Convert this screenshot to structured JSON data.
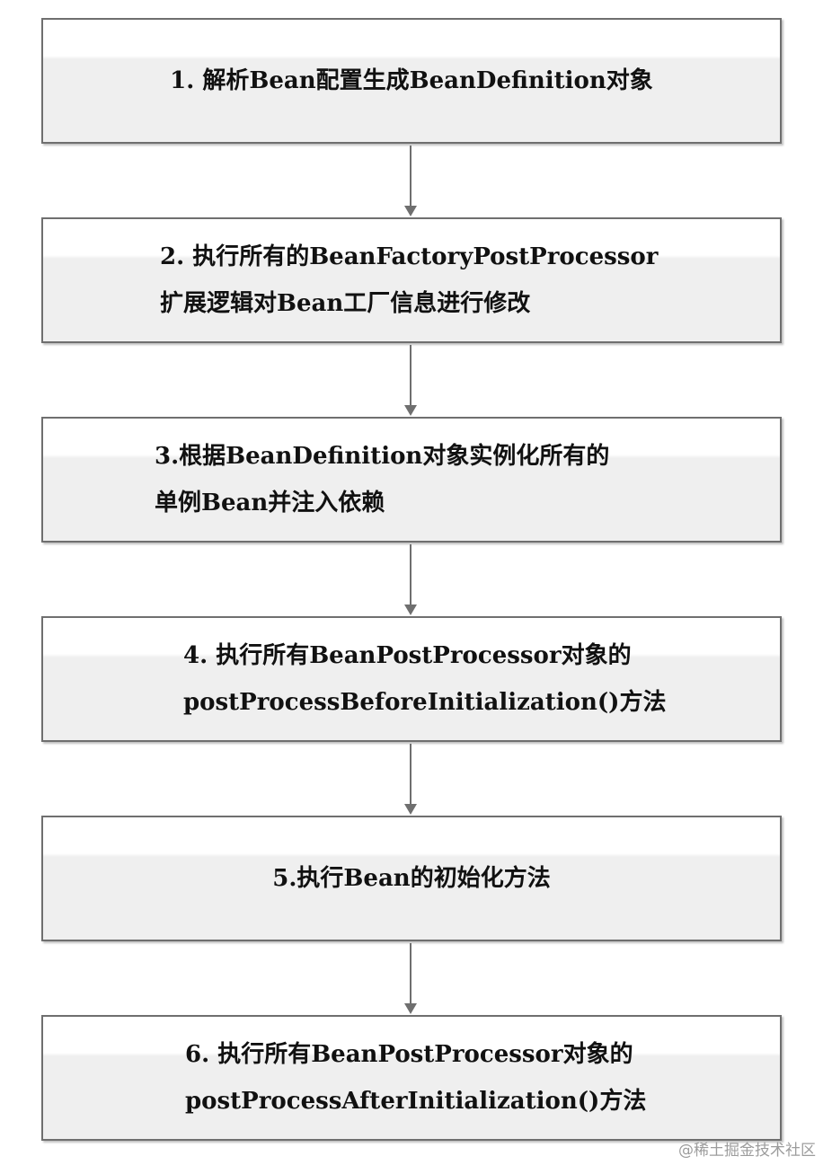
{
  "steps": [
    {
      "lines": [
        "1. 解析Bean配置生成BeanDefinition对象"
      ]
    },
    {
      "lines": [
        "2. 执行所有的BeanFactoryPostProcessor",
        "扩展逻辑对Bean工厂信息进行修改"
      ]
    },
    {
      "lines": [
        "3.根据BeanDefinition对象实例化所有的",
        "单例Bean并注入依赖"
      ]
    },
    {
      "lines": [
        "4. 执行所有BeanPostProcessor对象的",
        "postProcessBeforeInitialization()方法"
      ]
    },
    {
      "lines": [
        "5.执行Bean的初始化方法"
      ]
    },
    {
      "lines": [
        "6. 执行所有BeanPostProcessor对象的",
        "postProcessAfterInitialization()方法"
      ]
    }
  ],
  "watermark": "@稀土掘金技术社区",
  "colors": {
    "border": "#6f6f6f",
    "fill": "#efefef",
    "text": "#111111",
    "watermark": "#9c9c9c"
  }
}
